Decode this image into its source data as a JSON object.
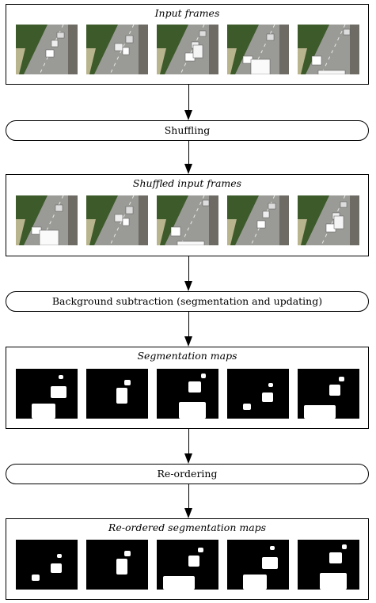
{
  "boxes": {
    "input": {
      "title": "Input frames"
    },
    "shuffled": {
      "title": "Shuffled input frames"
    },
    "segmentation": {
      "title": "Segmentation maps"
    },
    "reordered": {
      "title": "Re-ordered segmentation maps"
    }
  },
  "steps": {
    "shuffling": "Shuffling",
    "background_subtraction": "Background subtraction (segmentation and updating)",
    "reordering": "Re-ordering"
  },
  "colors": {
    "road": "#9a9a96",
    "trees": "#3c5a2a",
    "grass": "#b8b48e",
    "foreground": "#ffffff",
    "background_mask": "#000000"
  }
}
